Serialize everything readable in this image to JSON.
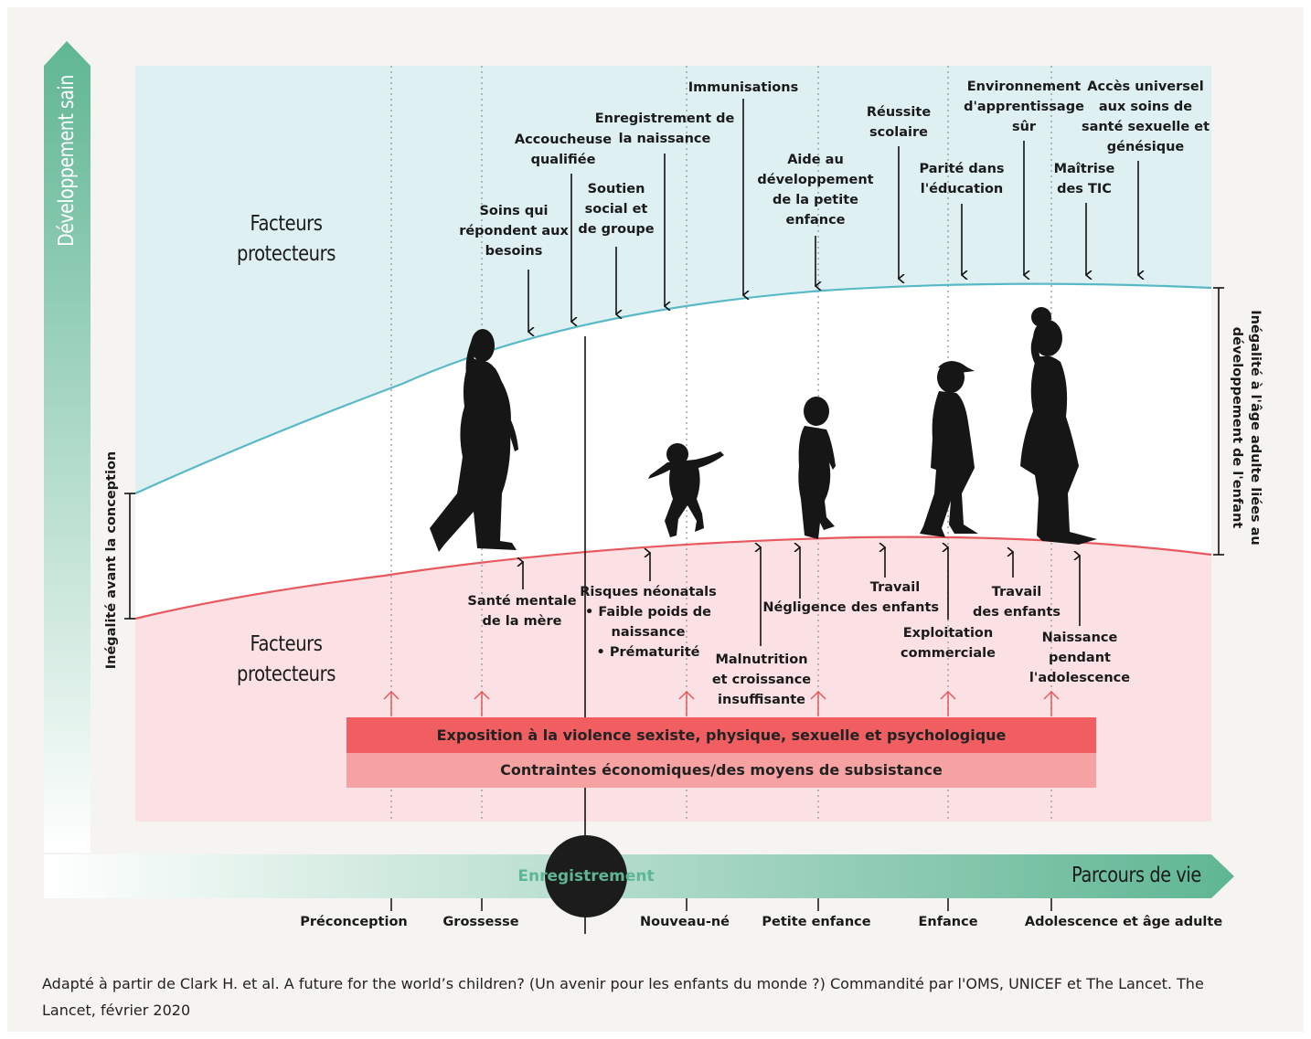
{
  "axes": {
    "y_label": "Développement sain",
    "x_label": "Parcours de vie",
    "ticks": [
      "Préconception",
      "Grossesse",
      "Nouveau-né",
      "Petite enfance",
      "Enfance",
      "Adolescence et âge adulte"
    ]
  },
  "registration": {
    "label": "Enregistrement"
  },
  "zones": {
    "top_title": "Facteurs\nprotecteurs",
    "bottom_title": "Facteurs\nprotecteurs"
  },
  "brackets": {
    "left": "Inégalité avant la conception",
    "right_line1": "Inégalité à l'âge adulte liées au",
    "right_line2": "développement de l'enfant"
  },
  "protective_factors": [
    "Soins qui\nrépondent aux\nbesoins",
    "Accoucheuse\nqualifiée",
    "Soutien\nsocial et\nde groupe",
    "Enregistrement de\nla naissance",
    "Immunisations",
    "Aide au\ndéveloppement\nde la petite\nenfance",
    "Réussite\nscolaire",
    "Parité dans\nl'éducation",
    "Environnement\nd'apprentissage\nsûr",
    "Maîtrise\ndes TIC",
    "Accès universel\naux soins de\nsanté sexuelle et\ngénésique"
  ],
  "risk_factors": [
    "Santé mentale\nde la mère",
    "Risques néonatals\n• Faible poids de\nnaissance\n• Prématurité",
    "Malnutrition\net croissance\ninsuffisante",
    "Négligence",
    "Travail\ndes enfants",
    "Exploitation\ncommerciale",
    "Travail\ndes enfants",
    "Naissance\npendant\nl'adolescence"
  ],
  "bands": {
    "violence": "Exposition à la violence sexiste, physique, sexuelle et psychologique",
    "economic": "Contraintes économiques/des moyens de subsistance"
  },
  "colors": {
    "protective_zone": "#dff0f3",
    "risk_zone": "#fbe1e3",
    "protective_curve": "#58b9c6",
    "risk_curve": "#e8585f",
    "violence_band": "#f05e62",
    "economic_band": "#f6a2a2",
    "axis_green": "#5fb693"
  },
  "caption": "Adapté à partir de Clark H. et al. A future for the world’s children? (Un avenir pour les enfants du monde ?) Commandité par l'OMS, UNICEF et The Lancet. The Lancet, février 2020"
}
